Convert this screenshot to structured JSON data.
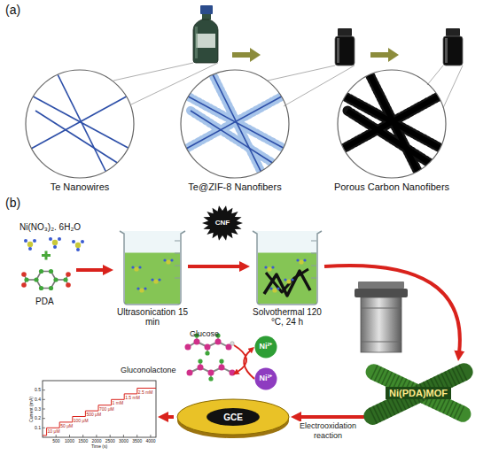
{
  "diagram": {
    "nodes": [
      {
        "text": [
          "Te Nanowires"
        ]
      },
      {
        "text": [
          "Te@ZIF-8 Nanofibers"
        ]
      },
      {
        "text": [
          "Porous Carbon Nanofibers"
        ]
      },
      {
        "text": [
          "Ultrasonication 15 min"
        ]
      },
      {
        "text": [
          "CNF"
        ]
      },
      {
        "text": [
          "Solvothermal 120 °C, 24 h"
        ]
      },
      {
        "text": [
          "Ni(PDA)MOF"
        ]
      },
      {
        "text": [
          "Ni²⁺"
        ]
      },
      {
        "text": [
          "Ni³⁺"
        ]
      },
      {
        "text": [
          "GCE"
        ]
      }
    ],
    "edges": [
      {
        "from": 3,
        "to": 5,
        "arrow": "to"
      },
      {
        "from": 5,
        "to": 6,
        "arrow": "to"
      },
      {
        "from": 6,
        "to": 9,
        "arrow": "to",
        "label": "Electrooxidation reaction"
      },
      {
        "from": 8,
        "to": 7,
        "arrow": "to"
      }
    ],
    "labels": [
      "(a)",
      "(b)",
      "Ni(NO₃)₂. 6H₂O",
      "PDA",
      "Glucose",
      "Gluconolactone",
      "Current (mA)",
      "Time (s)",
      "0.5",
      "0.4",
      "0.3",
      "0.2",
      "0.1",
      "500",
      "1000",
      "1500",
      "2000",
      "2500",
      "3000",
      "3500",
      "4000",
      "10 μM",
      "50 μM",
      "100 μM",
      "500 μM",
      "700 μM",
      "1 mM",
      "1.5 mM",
      "2.5 mM"
    ]
  }
}
